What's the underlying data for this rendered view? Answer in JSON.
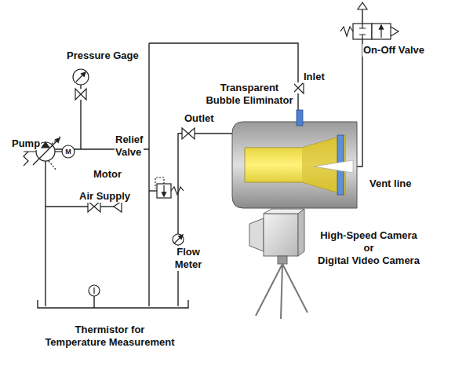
{
  "diagram": {
    "labels": [
      "On-Off Valve",
      "Pressure Gage",
      "Inlet",
      "Transparent Bubble Eliminator",
      "Outlet",
      "Pump",
      "Relief Valve",
      "M",
      "Motor",
      "Vent line",
      "Air Supply",
      "Flow Meter",
      "High-Speed Camera or Digital Video Camera",
      "Thermistor for Temperature Measurement"
    ]
  }
}
